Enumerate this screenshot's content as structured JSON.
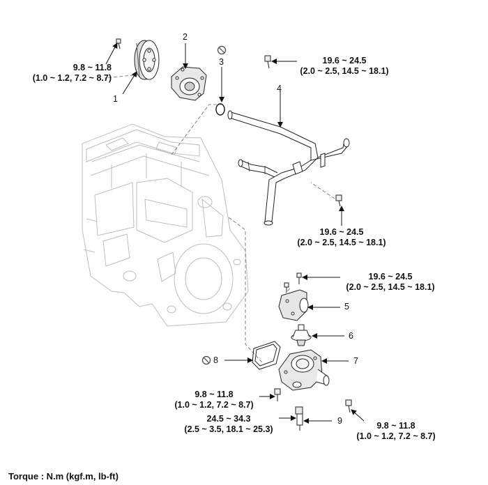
{
  "torques": {
    "pulley": {
      "nm": "9.8 ~ 11.8",
      "alt": "(1.0 ~ 1.2, 7.2 ~ 8.7)"
    },
    "pipe_top": {
      "nm": "19.6 ~ 24.5",
      "alt": "(2.0 ~ 2.5, 14.5 ~ 18.1)"
    },
    "pipe_bottom": {
      "nm": "19.6 ~ 24.5",
      "alt": "(2.0 ~ 2.5, 14.5 ~ 18.1)"
    },
    "thermo_cover": {
      "nm": "19.6 ~ 24.5",
      "alt": "(2.0 ~ 2.5, 14.5 ~ 18.1)"
    },
    "housing_left": {
      "nm": "9.8 ~ 11.8",
      "alt": "(1.0 ~ 1.2, 7.2 ~ 8.7)"
    },
    "sensor": {
      "nm": "24.5 ~ 34.3",
      "alt": "(2.5 ~ 3.5, 18.1 ~ 25.3)"
    },
    "housing_right": {
      "nm": "9.8 ~ 11.8",
      "alt": "(1.0 ~ 1.2, 7.2 ~ 8.7)"
    }
  },
  "parts": [
    "1",
    "2",
    "3",
    "4",
    "5",
    "6",
    "7",
    "8",
    "9"
  ],
  "legend": "Torque : N.m (kgf.m, lb-ft)",
  "icons": [
    "do-not-reuse-icon"
  ]
}
